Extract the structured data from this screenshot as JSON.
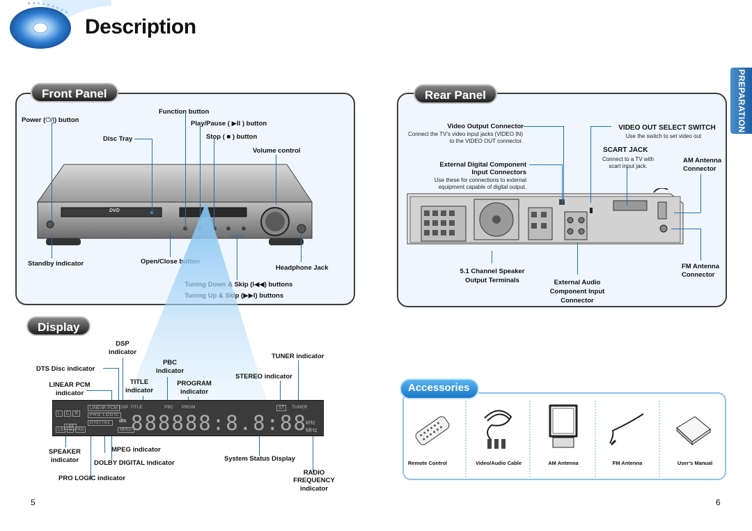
{
  "header": {
    "title": "Description"
  },
  "side_tab": {
    "label": "PREPARATION"
  },
  "front_panel": {
    "title": "Front Panel",
    "labels": {
      "function_button": "Function button",
      "power": "Power (",
      "power_symbol": "⏻/I",
      "power_suffix": ") button",
      "play_pause": "Play/Pause ( ▶II ) button",
      "disc_tray": "Disc Tray",
      "stop": "Stop ( ■ ) button",
      "volume_control": "Volume control",
      "standby_indicator": "Standby indicator",
      "open_close": "Open/Close button",
      "headphone_jack": "Headphone Jack",
      "tuning_down": "Tuning Down & Skip (I◀◀) buttons",
      "tuning_up": "Tuning Up & Skip (▶▶I) buttons"
    },
    "device_logo": "DVD"
  },
  "rear_panel": {
    "title": "Rear Panel",
    "video_output": {
      "title": "Video Output Connector",
      "note": "Connect the TV's video input jacks (VIDEO IN)\nto the VIDEO OUT connector."
    },
    "video_out_select": {
      "title": "VIDEO OUT SELECT SWITCH",
      "note": "Use the switch to set video out"
    },
    "scart_jack": {
      "title": "SCART JACK",
      "note": "Connect to a TV with\nscart input jack."
    },
    "am_antenna": "AM Antenna\nConnector",
    "external_digital": {
      "title": "External Digital Component\nInput Connectors",
      "note": "Use these for connections to external\nequipment capable of digital output."
    },
    "speaker_terminals": "5.1 Channel Speaker\nOutput Terminals",
    "external_audio": "External Audio\nComponent Input\nConnector",
    "fm_antenna": "FM Antenna\nConnector"
  },
  "display_section": {
    "title": "Display",
    "labels": {
      "dsp": "DSP\nindicator",
      "dts_disc": "DTS Disc indicator",
      "pbc": "PBC\nindicator",
      "tuner": "TUNER indicator",
      "title": "TITLE\nindicator",
      "program": "PROGRAM\nindicator",
      "stereo": "STEREO indicator",
      "linear_pcm": "LINEAR PCM\nindicator",
      "speaker": "SPEAKER\nindicator",
      "mpeg": "MPEG indicator",
      "dolby_digital": "DOLBY DIGITAL indicator",
      "system_status": "System Status Display",
      "pro_logic": "PRO LOGIC indicator",
      "radio_frequency": "RADIO\nFREQUENCY\nindicator"
    },
    "screen": {
      "linear_pcm": "LINEAR PCM",
      "dsp": "DSP",
      "title": "TITLE",
      "pbc": "PBC",
      "prgm": "PRGM",
      "st": "ST",
      "tuner": "TUNER",
      "pro_logic": "PRO LOGIC",
      "digital": "DIGITAL",
      "mpeg": "MPEG",
      "dts": "dts",
      "khz": "kHz",
      "mhz": "MHz",
      "digits": "888888:8.8:88",
      "spk_row1": [
        "L",
        "C",
        "R"
      ],
      "spk_row2": [
        "LFE"
      ],
      "spk_row3": [
        "LS",
        "S",
        "RS"
      ]
    }
  },
  "accessories": {
    "title": "Accessories",
    "items": [
      "Remote Control",
      "Video/Audio Cable",
      "AM Antenna",
      "FM Antenna",
      "User's Manual"
    ]
  },
  "pages": {
    "left": "5",
    "right": "6"
  },
  "colors": {
    "line": "#1f6fb7",
    "panel_bg": "#f0f6fe",
    "accent": "#1d5fa3"
  }
}
